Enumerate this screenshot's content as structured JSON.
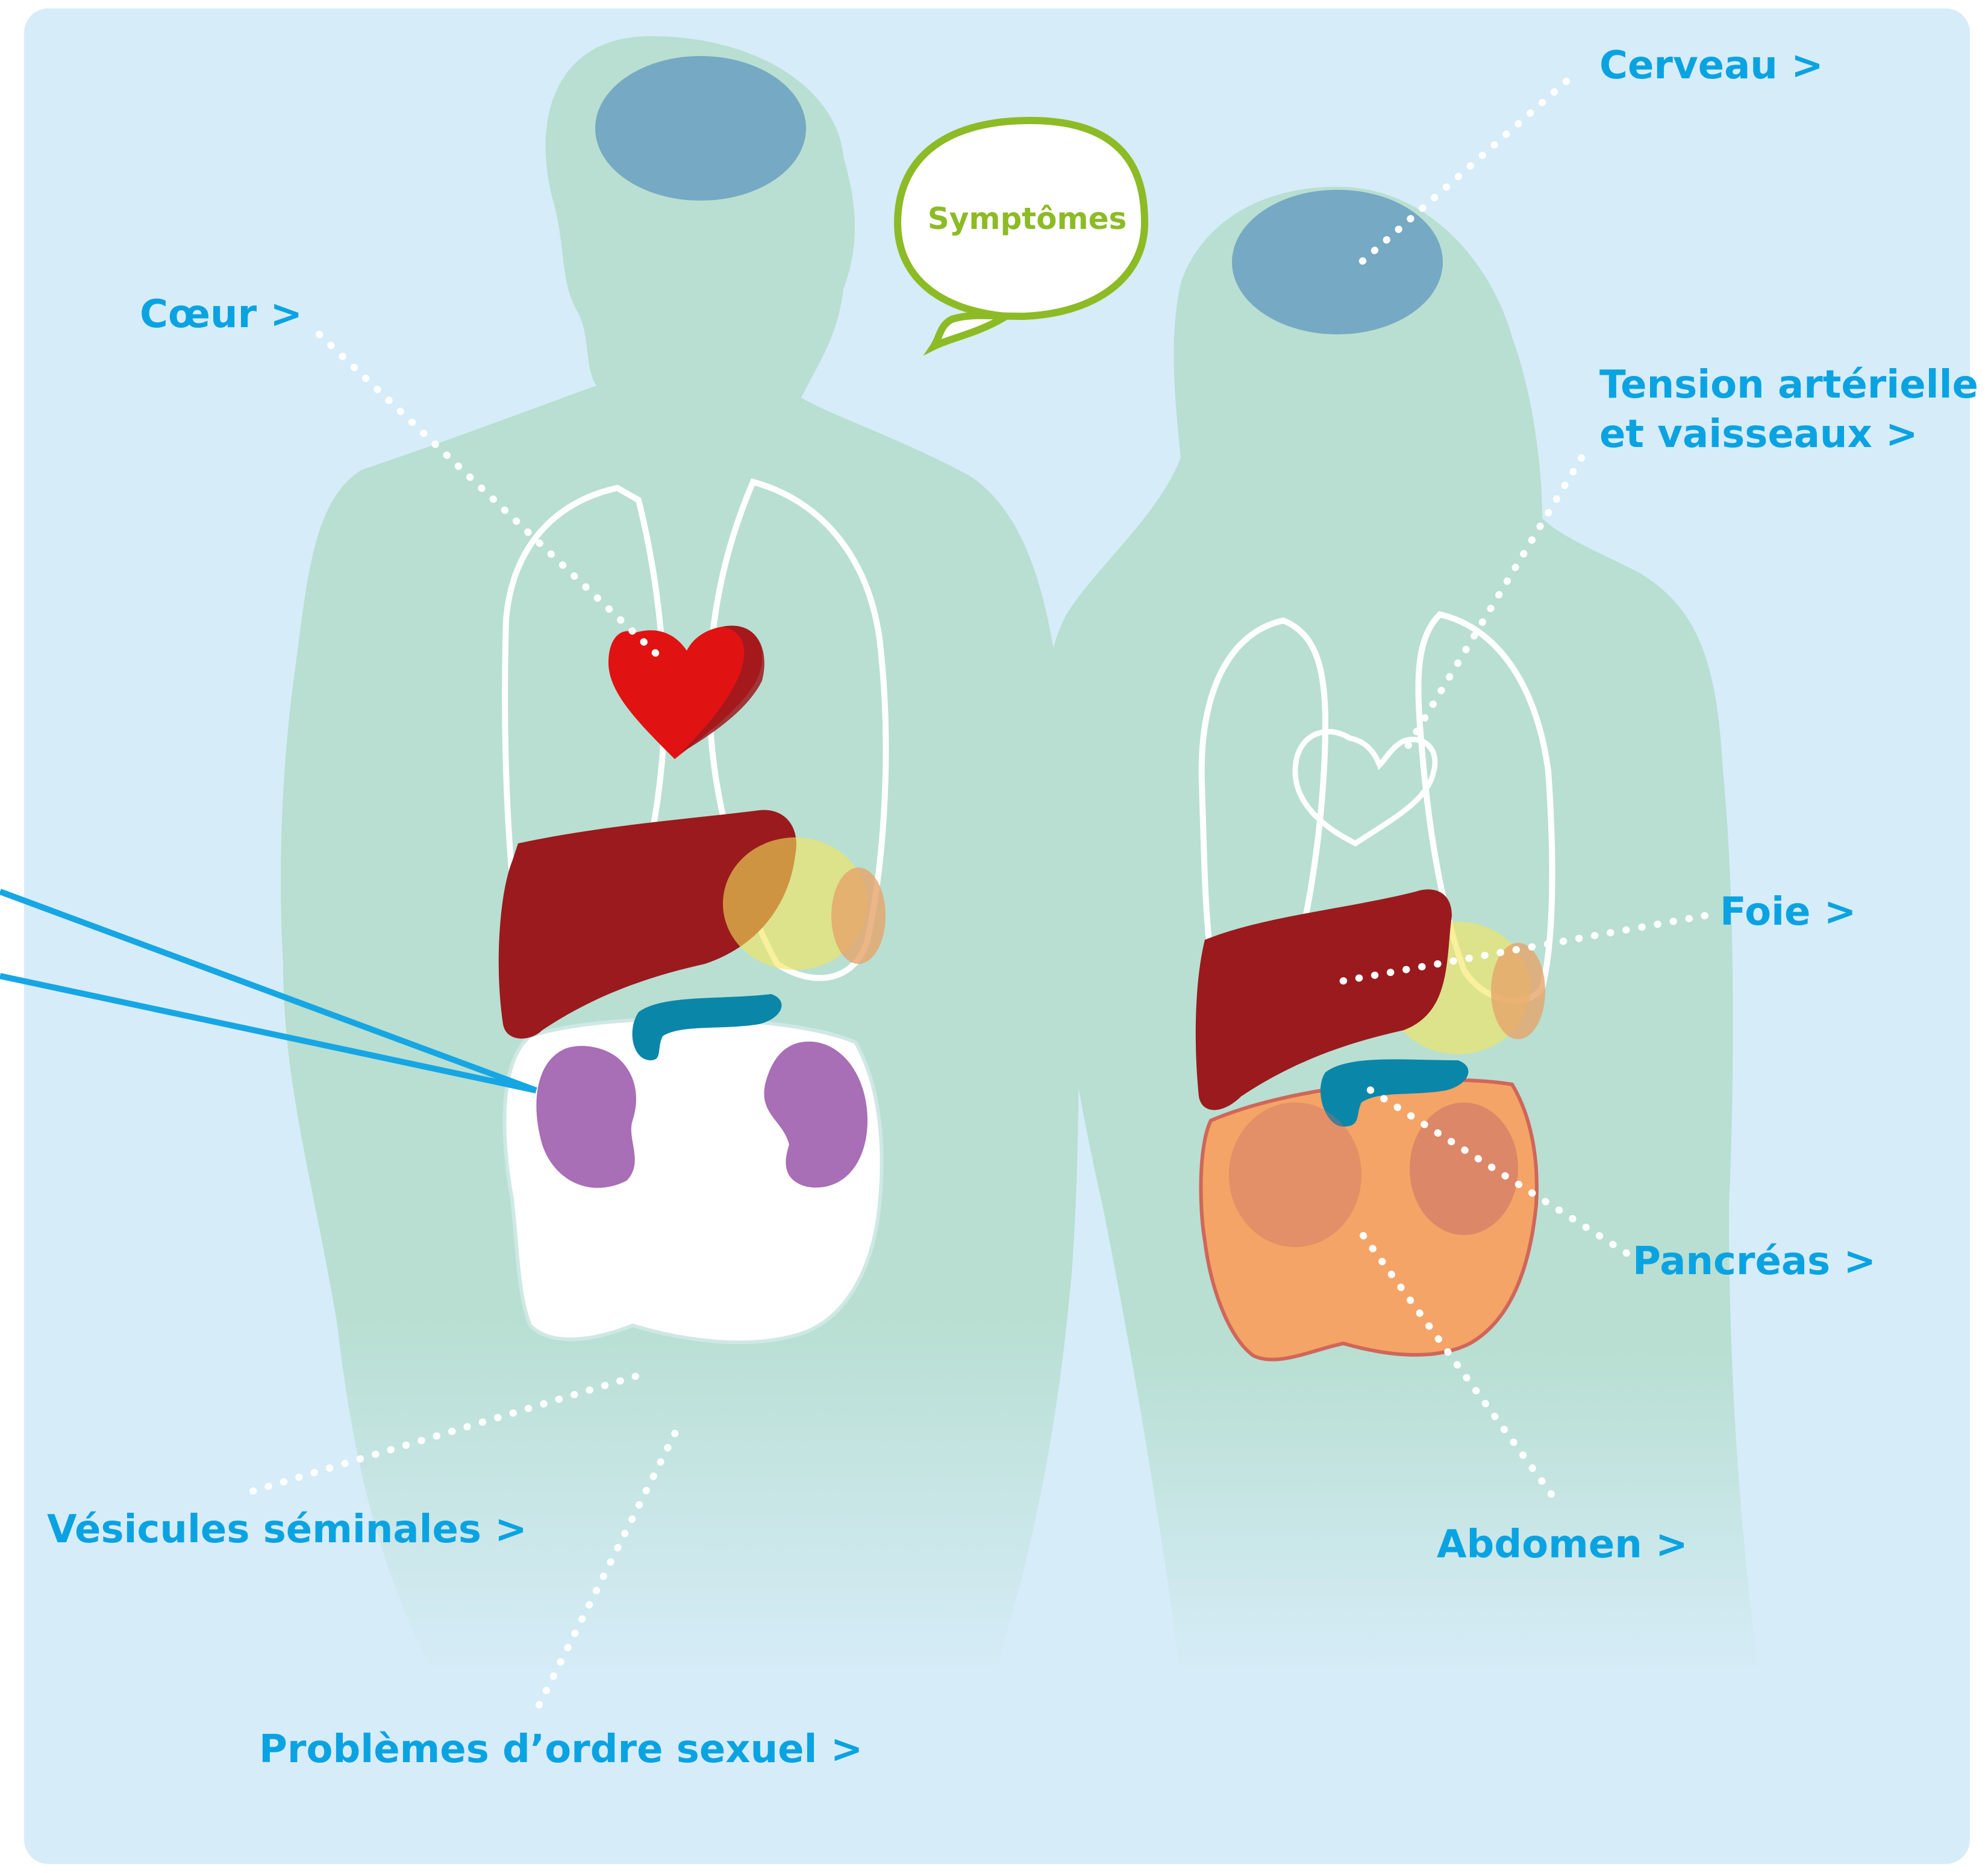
{
  "bubble": {
    "text": "Symptômes"
  },
  "labels": {
    "coeur": "Cœur >",
    "cerveau": "Cerveau >",
    "tension_line1": "Tension artérielle",
    "tension_line2": "et vaisseaux >",
    "foie": "Foie >",
    "pancreas": "Pancréas >",
    "abdomen": "Abdomen >",
    "vesicules": "Vésicules séminales >",
    "problemes": "Problèmes d’ordre sexuel >"
  },
  "colors": {
    "background": "#d6ecf8",
    "silhouette": "#b8dfd2",
    "brain": "#76a9c3",
    "label": "#0aa3e2",
    "bubble_border": "#8cbb26",
    "bubble_text": "#8cbb26",
    "heart": "#e01212",
    "liver": "#9a1a1e",
    "gallbladder": "#0a86a8",
    "kidney": "#a86eb6",
    "intestine": "#f4a466",
    "pointer_line": "#16a6e4"
  }
}
